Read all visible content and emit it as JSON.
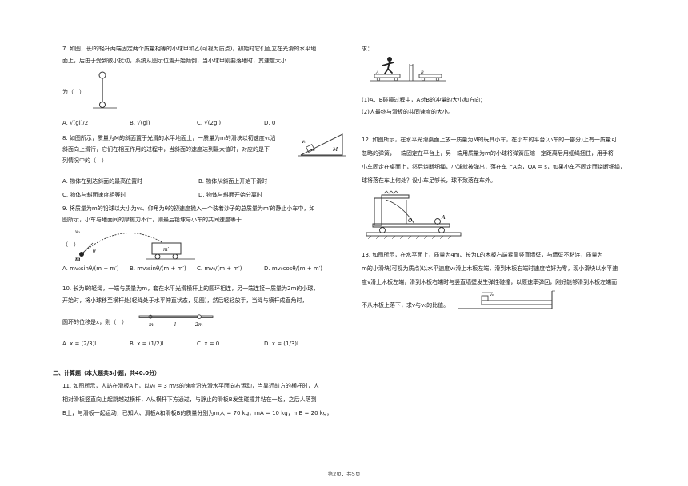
{
  "q7": {
    "text1": "7.  如图，长l的轻杆两端固定两个质量相等的小球甲和乙(可视为质点)，初始时它们直立在光滑的水平地",
    "text2": "面上，后由于受到微小扰动，系统从图示位置开始倾倒，当小球甲刚要落地时，其速度大小",
    "text3": "为（　）",
    "options": [
      "A.  √(gl)/2",
      "B.  √(gl)",
      "C.  √(2gl)",
      "D.  0"
    ]
  },
  "q8": {
    "text1": "8.  如图所示，质量为M的斜面置于光滑的水平地面上，一质量为m的滑块以初速度v₀沿",
    "text2": "斜面向上滑行，它们在相互作用的过程中，当斜面的速度达到最大值时，对应的是下",
    "text3": "列情况中的（　）",
    "options": [
      "A.  物体在到达斜面的最高位置时",
      "B.  物体从斜面上开始下滑时",
      "C.  物体与斜面速度相等时",
      "D.  物体与斜面开始分离时"
    ]
  },
  "q9": {
    "text1": "9.  将质量为m的铅球以大小为v₀、仰角为θ的初速度抛入一个装着沙子的总质量为m′的静止小车中，如",
    "text2": "图所示，小车与地面间的摩擦力不计，则最后铅球与小车的共同速度等于",
    "text3": "（　）",
    "options": [
      "A.  mv₀sinθ/(m + m′)",
      "B.  mv₀sinθ/(m + m′)",
      "C.  mv₀/(m + m′)",
      "D.  mv₀cosθ/(m + m′)"
    ]
  },
  "q10": {
    "text1": "10. 长为l的轻绳，一端与质量为m，套在水平光滑横杆上的圆环相连，另一端连接一质量为2m的小球，",
    "text2": "开始时，将小球移至横杆处(轻绳处于水平伸直状态，见图)，然后轻轻放手，当绳与横杆成直角时，",
    "text3": "圆环的位移是x，则（　）",
    "options": [
      "A.  x = (2/3)l",
      "B.  x = (1/2)l",
      "C.  x = 0",
      "D.  x = (1/3)l"
    ]
  },
  "section2": "二、计算题（本大题共3小题，共40.0分）",
  "q11": {
    "text1": "11. 如图所示，人站在滑板A上，以v₀ = 3 m/s的速度沿光滑水平面向右运动，当靠近前方的横杆时，人",
    "text2": "相对滑板竖直向上起跳越过横杆，A从横杆下方通过，与静止的滑板B发生碰撞并粘在一起，之后人落到",
    "text3": "B上，与滑板一起运动，已知人、滑板A和滑板B的质量分别为m人 = 70 kg，mA = 10 kg，mB = 20 kg，",
    "cont": "求：",
    "sub1": "(1)A、B碰撞过程中，A对B的冲量的大小和方向；",
    "sub2": "(2)人最终与滑板的共同速度的大小。"
  },
  "q12": {
    "text1": "12. 如图所示，在水平光滑桌面上放一质量为M的玩具小车，在小车的平台(小车的一部分)上有一质量可",
    "text2": "忽略的弹簧，一端固定在平台上，另一端用质量为m的小球将弹簧压缩一定距离后用细绳捆住，用手将",
    "text3": "小车固定在桌面上，然后烧断细绳，小球就被弹出，落在车上A点，OA = s，如果小车不固定而烧断细绳，",
    "text4": "球将落在车上何处？设小车足够长，球不致落在车外。"
  },
  "q13": {
    "text1": "13. 如图所示，在水平面上，质量为4m、长为L的木板右端紧靠竖直墙壁，与墙壁不粘连，质量为",
    "text2": "m的小滑块(可视为质点)以水平速度v₀滑上木板左端，滑到木板右端时速度恰好为零，现小滑块以水平速",
    "text3": "度v滑上木板左端，滑到木板右端时与竖直墙壁发生弹性碰撞，以原速率弹回，刚好能够滑到木板左端而",
    "text4": "不从木板上落下，求v与v₀的比值。"
  },
  "figlabels": {
    "q8_m": "m",
    "q8_M": "M",
    "q8_v": "v₀",
    "q9_v": "v₀",
    "q9_theta": "θ",
    "q9_m": "m",
    "q9_mp": "m′",
    "q10_m": "m",
    "q10_l": "l",
    "q10_2m": "2m",
    "q12_O": "O",
    "q12_A": "A",
    "q11_A": "A",
    "q11_B": "B",
    "q13_v": "v₀"
  },
  "footer": "第2页，共5页"
}
